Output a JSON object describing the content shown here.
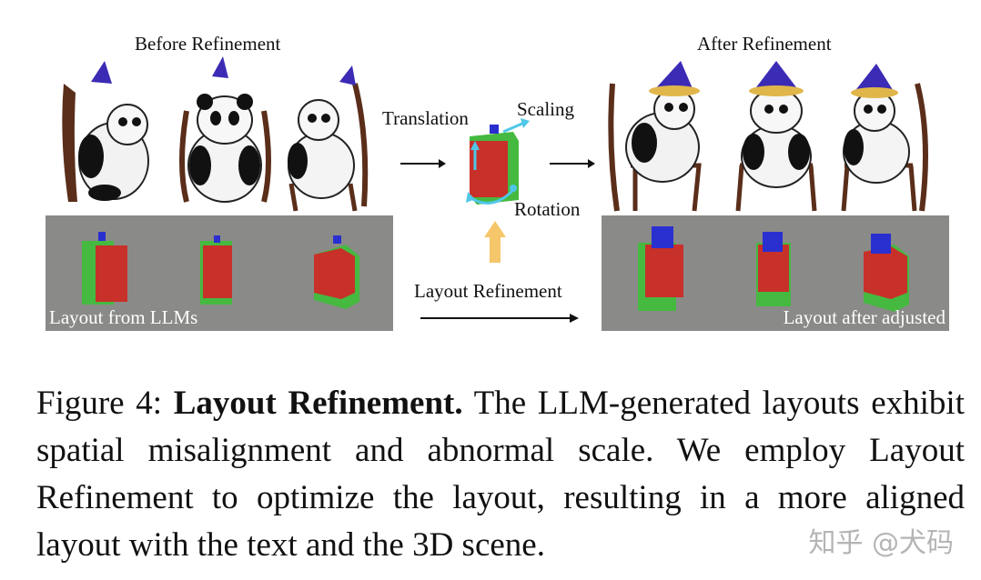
{
  "figure": {
    "before_title": "Before Refinement",
    "after_title": "After Refinement",
    "op_translation": "Translation",
    "op_scaling": "Scaling",
    "op_rotation": "Rotation",
    "layout_refinement_label": "Layout Refinement",
    "left_panel_label": "Layout from LLMs",
    "right_panel_label": "Layout after adjusted"
  },
  "caption": {
    "prefix": "Figure 4: ",
    "bold": "Layout Refinement.",
    "body": " The LLM-generated layouts exhibit spatial misalignment and abnormal scale. We employ Layout Refinement to optimize the layout, resulting in a more aligned layout with the text and the 3D scene."
  },
  "watermark": "知乎 @犬码",
  "colors": {
    "panel_gray": "#8a8a88",
    "box_red": "#c8302a",
    "box_green": "#45b940",
    "box_blue": "#2a2fd0",
    "arrow_yellow": "#f5c66a",
    "op_cyan": "#4fc7e8"
  }
}
